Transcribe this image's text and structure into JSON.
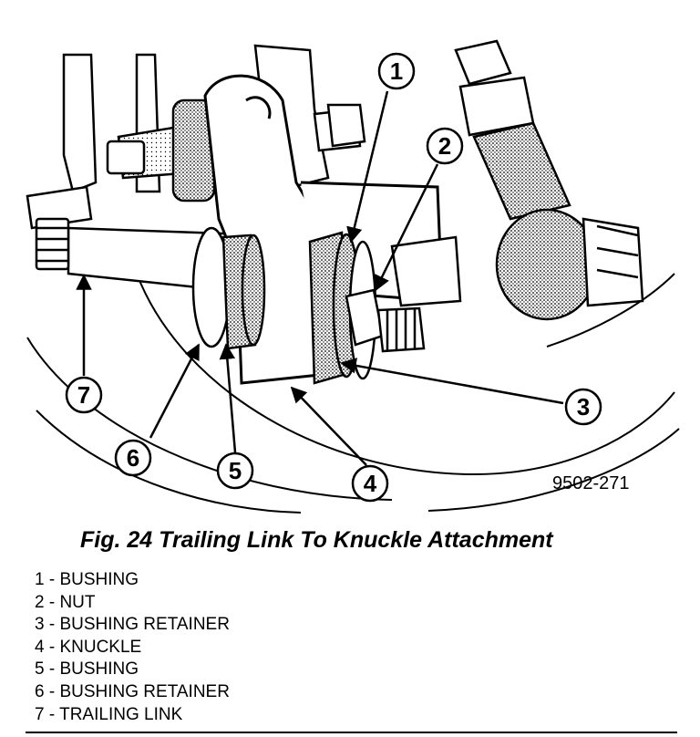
{
  "figure": {
    "code": "9502-271",
    "callouts": [
      "1",
      "2",
      "3",
      "4",
      "5",
      "6",
      "7"
    ]
  },
  "caption": "Fig. 24 Trailing Link To Knuckle Attachment",
  "legend": [
    "1 - BUSHING",
    "2 - NUT",
    "3 - BUSHING RETAINER",
    "4 - KNUCKLE",
    "5 - BUSHING",
    "6 - BUSHING RETAINER",
    "7 - TRAILING LINK"
  ]
}
